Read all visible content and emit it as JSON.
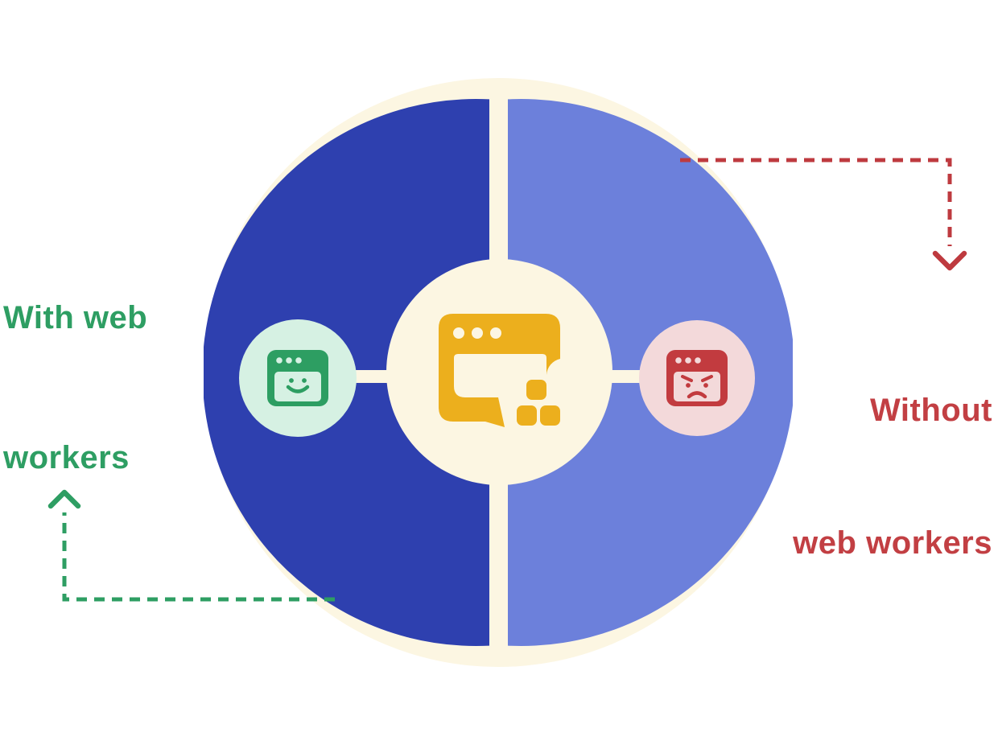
{
  "diagram": {
    "pie": {
      "left_half_name": "with-web-workers-half",
      "right_half_name": "without-web-workers-half",
      "left_half_color": "#2E40AF",
      "right_half_color": "#6C80DB",
      "ring_color": "#FCF6E2"
    },
    "labels": {
      "with": {
        "lines": [
          "With web",
          "workers"
        ],
        "color": "#2E9E63"
      },
      "without": {
        "lines": [
          "Without",
          "web workers"
        ],
        "color": "#C23F43"
      }
    },
    "nodes": {
      "center": {
        "icon": "web-app-window-icon",
        "icon_color": "#ECAF1D",
        "bg_color": "#FCF6E2"
      },
      "left": {
        "icon": "happy-browser-icon",
        "icon_color": "#2D9E62",
        "bg_color": "#D6F1E3"
      },
      "right": {
        "icon": "angry-browser-icon",
        "icon_color": "#C23B3F",
        "bg_color": "#F3D9DA"
      }
    },
    "arrows": {
      "green": {
        "color": "#2E9E63",
        "style": "dashed",
        "direction": "up"
      },
      "red": {
        "color": "#BE3A3F",
        "style": "dashed",
        "direction": "down"
      }
    }
  }
}
